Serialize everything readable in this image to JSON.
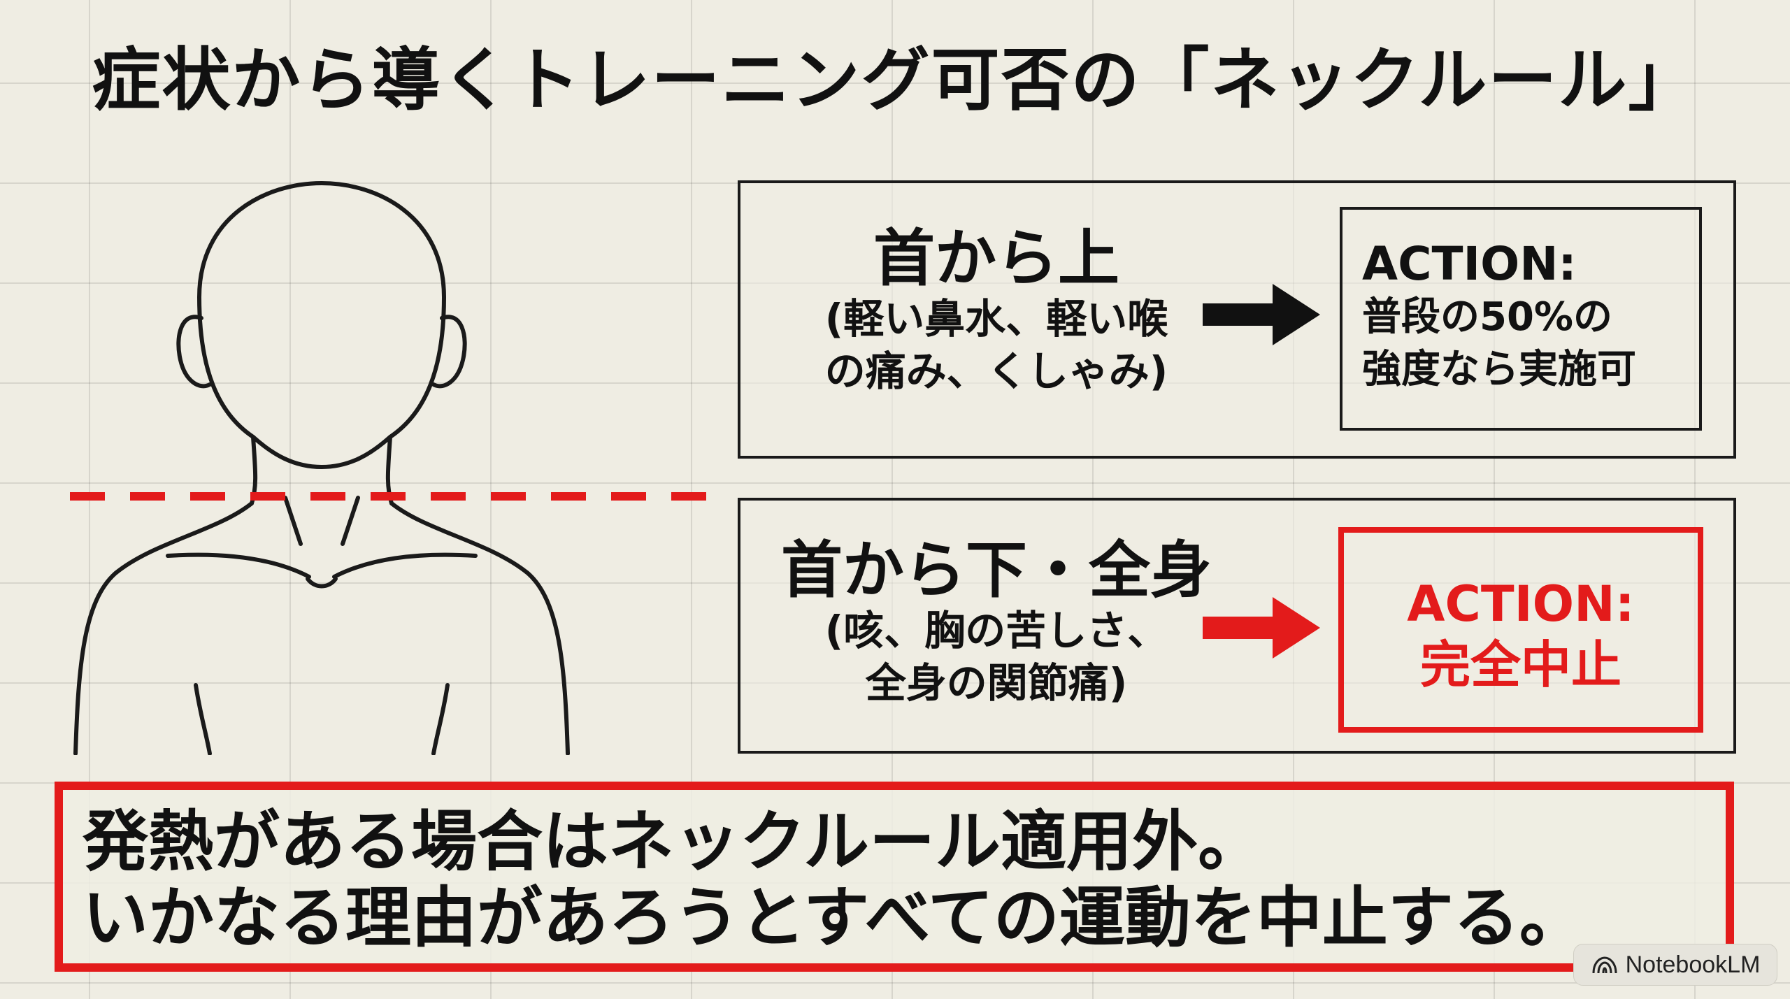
{
  "title": "症状から導くトレーニング可否の「ネックルール」",
  "above_neck": {
    "heading": "首から上",
    "detail_line1": "(軽い鼻水、軽い喉",
    "detail_line2": "の痛み、くしゃみ)",
    "action_label": "ACTION:",
    "action_line1": "普段の50%の",
    "action_line2": "強度なら実施可"
  },
  "below_neck": {
    "heading": "首から下・全身",
    "detail_line1": "(咳、胸の苦しさ、",
    "detail_line2": "全身の関節痛)",
    "action_label": "ACTION:",
    "action_line1": "完全中止"
  },
  "warning": {
    "line1": "発熱がある場合はネックルール適用外。",
    "line2": "いかなる理由があろうとすべての運動を中止する。"
  },
  "badge": {
    "label": "NotebookLM",
    "icon": "notebooklm-logo-icon"
  },
  "colors": {
    "background": "#efede3",
    "ink": "#111111",
    "alert_red": "#e31b1b"
  }
}
